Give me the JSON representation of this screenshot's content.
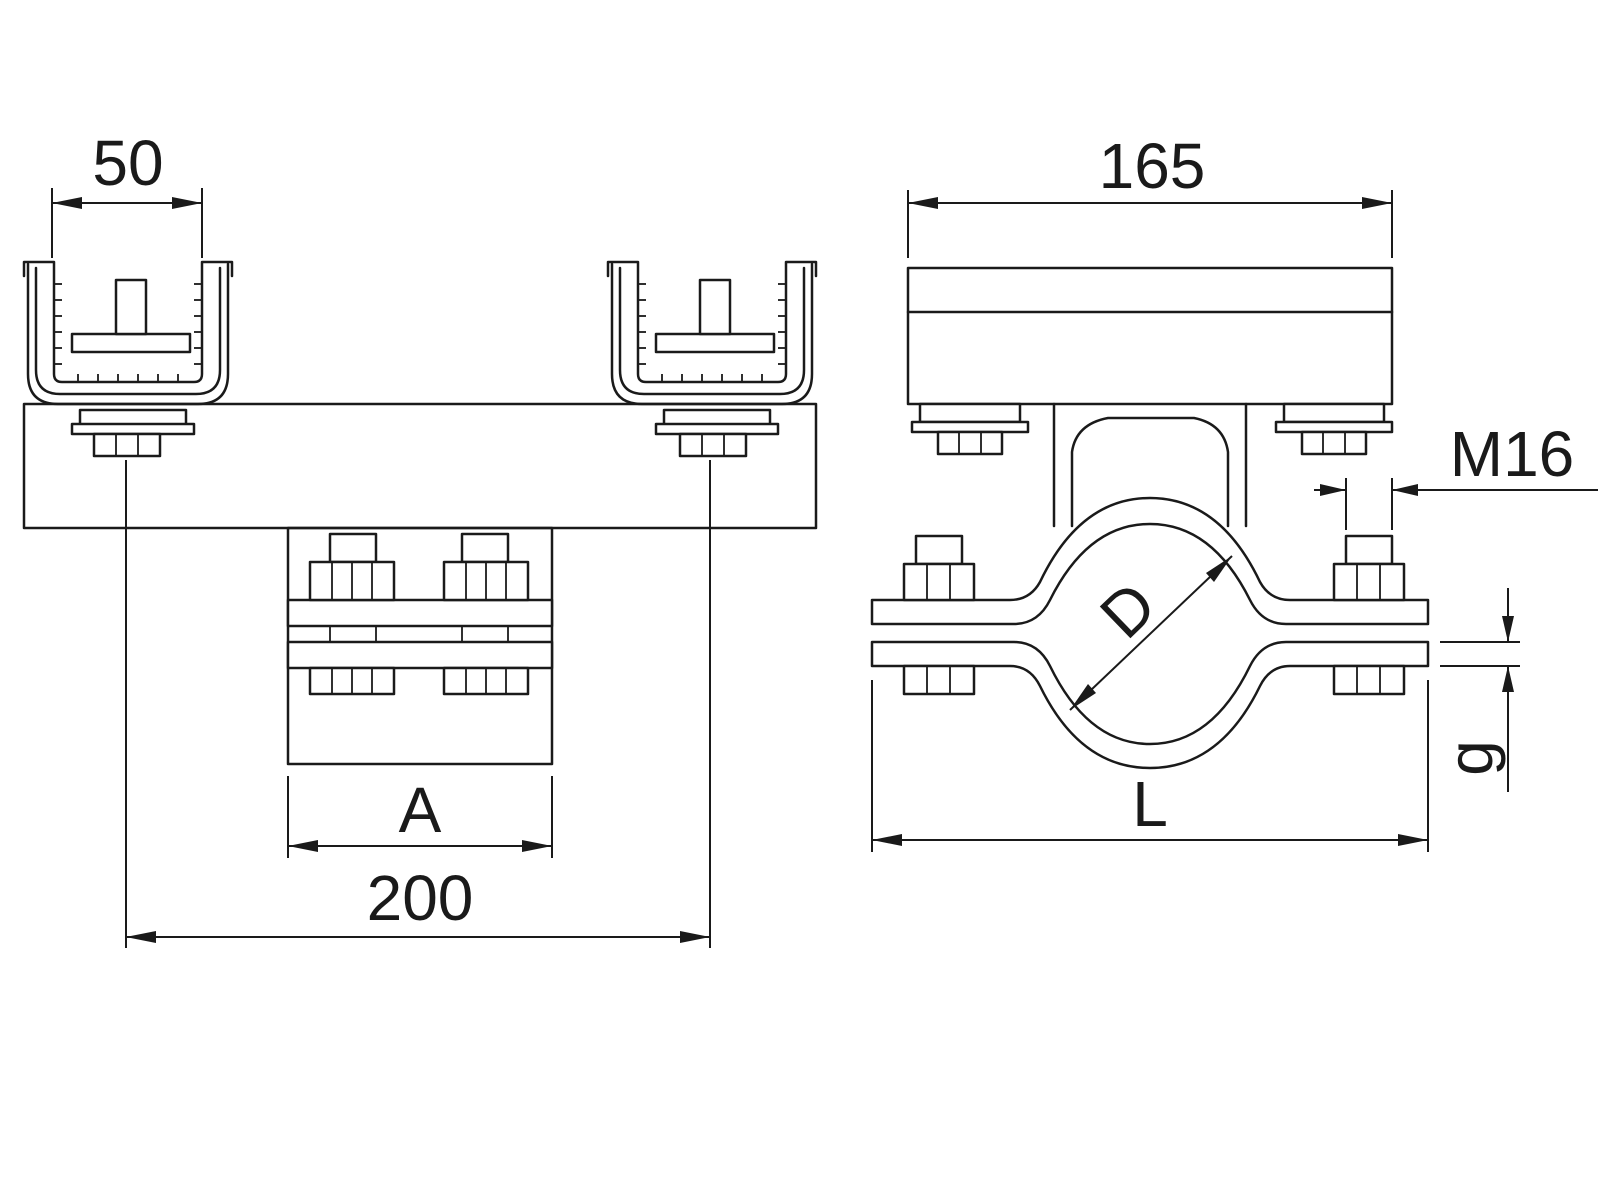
{
  "labels": {
    "channel_width": "50",
    "plate_width": "165",
    "thread": "M16",
    "clamp_width": "A",
    "rail_spacing": "200",
    "pipe_diameter": "D",
    "clamp_length": "L",
    "strip_thickness": "g"
  },
  "colors": {
    "line": "#1a1a1a",
    "background": "#ffffff"
  }
}
